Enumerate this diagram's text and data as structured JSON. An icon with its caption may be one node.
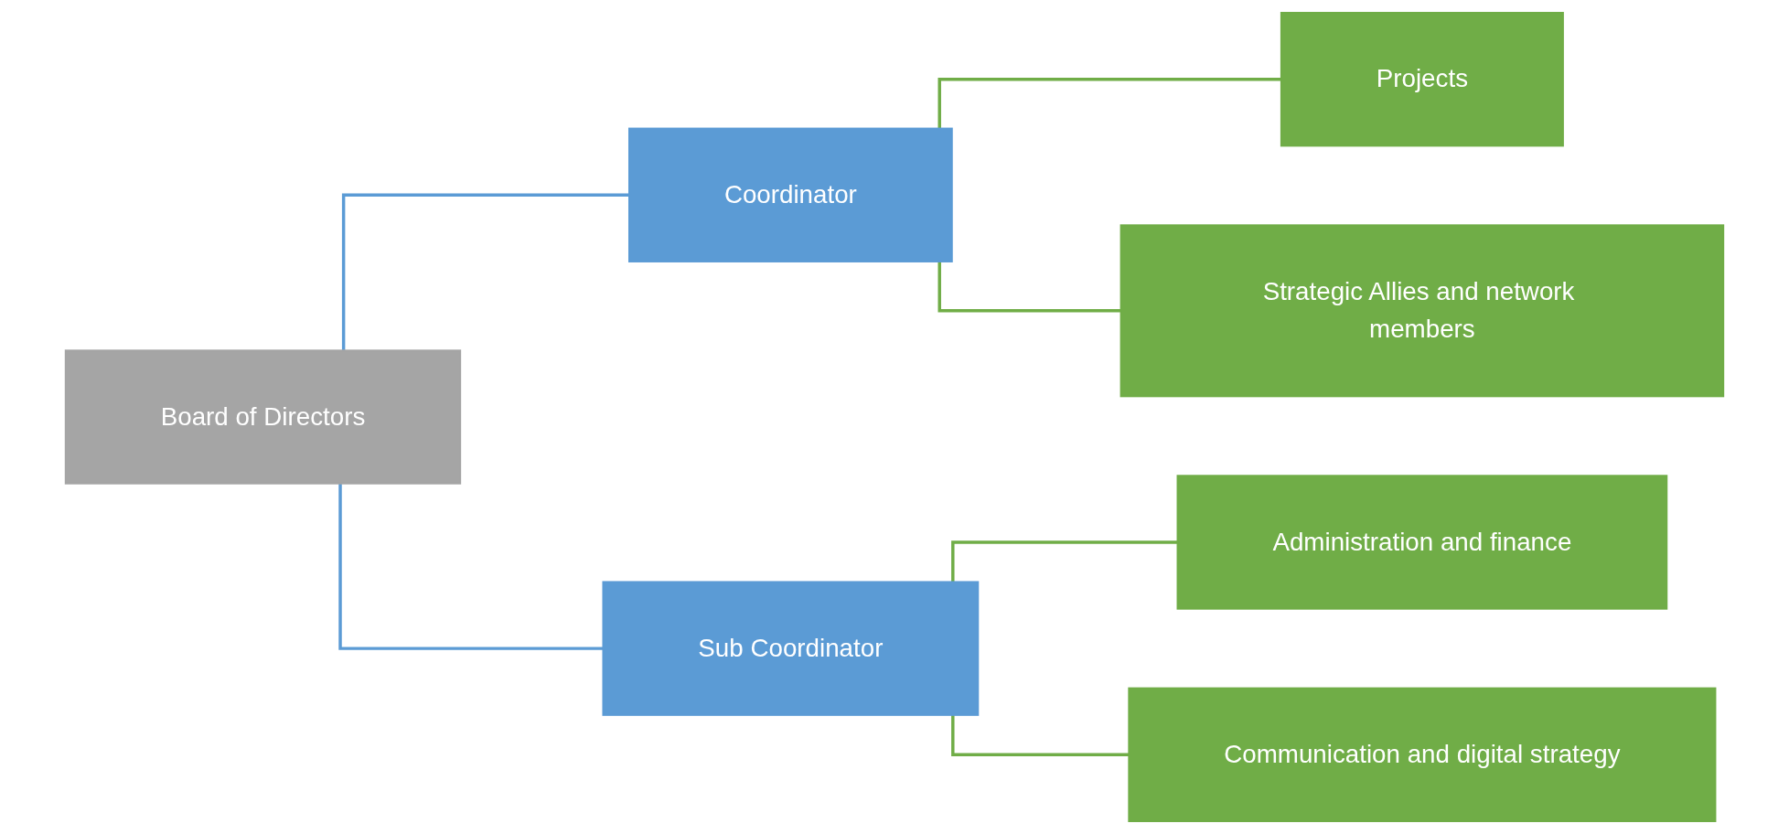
{
  "diagram": {
    "nodes": [
      {
        "text": [
          "Board of Directors"
        ]
      },
      {
        "text": [
          "Coordinator"
        ]
      },
      {
        "text": [
          "Sub Coordinator"
        ]
      },
      {
        "text": [
          "Projects"
        ]
      },
      {
        "text": [
          "Strategic Allies and network members"
        ]
      },
      {
        "text": [
          "Administration and finance"
        ]
      },
      {
        "text": [
          "Communication and digital strategy"
        ]
      }
    ],
    "edges": [
      {
        "from": 0,
        "to": 1,
        "arrow": "none",
        "color": "#5b9bd5"
      },
      {
        "from": 0,
        "to": 2,
        "arrow": "none",
        "color": "#5b9bd5"
      },
      {
        "from": 1,
        "to": 3,
        "arrow": "none"
      },
      {
        "from": 1,
        "to": 4,
        "arrow": "none"
      },
      {
        "from": 2,
        "to": 5,
        "arrow": "none"
      },
      {
        "from": 2,
        "to": 6,
        "arrow": "none"
      }
    ]
  }
}
